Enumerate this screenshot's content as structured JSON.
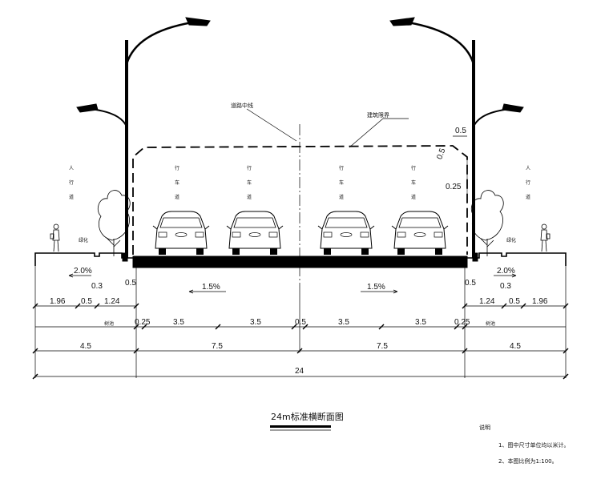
{
  "drawing": {
    "title": "24m标准横断面图",
    "labels": {
      "center_line": "道路中线",
      "clearance": "建筑限界",
      "sidewalk_left": [
        "人",
        "行",
        "道"
      ],
      "sidewalk_right": [
        "人",
        "行",
        "道"
      ],
      "lane": [
        "行",
        "车",
        "道"
      ],
      "planting_left": "绿化",
      "planting_right": "绿化",
      "tree_strip_left": "树池",
      "tree_strip_right": "树池"
    },
    "slopes": {
      "sidewalk_left": "2.0%",
      "sidewalk_right": "2.0%",
      "road_left": "1.5%",
      "road_right": "1.5%"
    },
    "clearance_dims": {
      "top": "0.5",
      "side": "0.5",
      "corner": "0.25"
    },
    "heights": {
      "sidewalk_left": "0.3",
      "curb_left": "0.5",
      "curb_right": "0.5",
      "sidewalk_right": "0.3"
    },
    "dims_row1": [
      "1.96",
      "0.5",
      "1.24",
      "1.24",
      "0.5",
      "1.96"
    ],
    "dims_row2": [
      "0.25",
      "3.5",
      "3.5",
      "0.5",
      "3.5",
      "3.5",
      "0.25"
    ],
    "dims_row3": [
      "4.5",
      "7.5",
      "7.5",
      "4.5"
    ],
    "dims_total": "24",
    "notes": {
      "heading": "说明",
      "items": [
        "1、图中尺寸单位均以米计。",
        "2、本图比例为1:100。"
      ]
    }
  }
}
